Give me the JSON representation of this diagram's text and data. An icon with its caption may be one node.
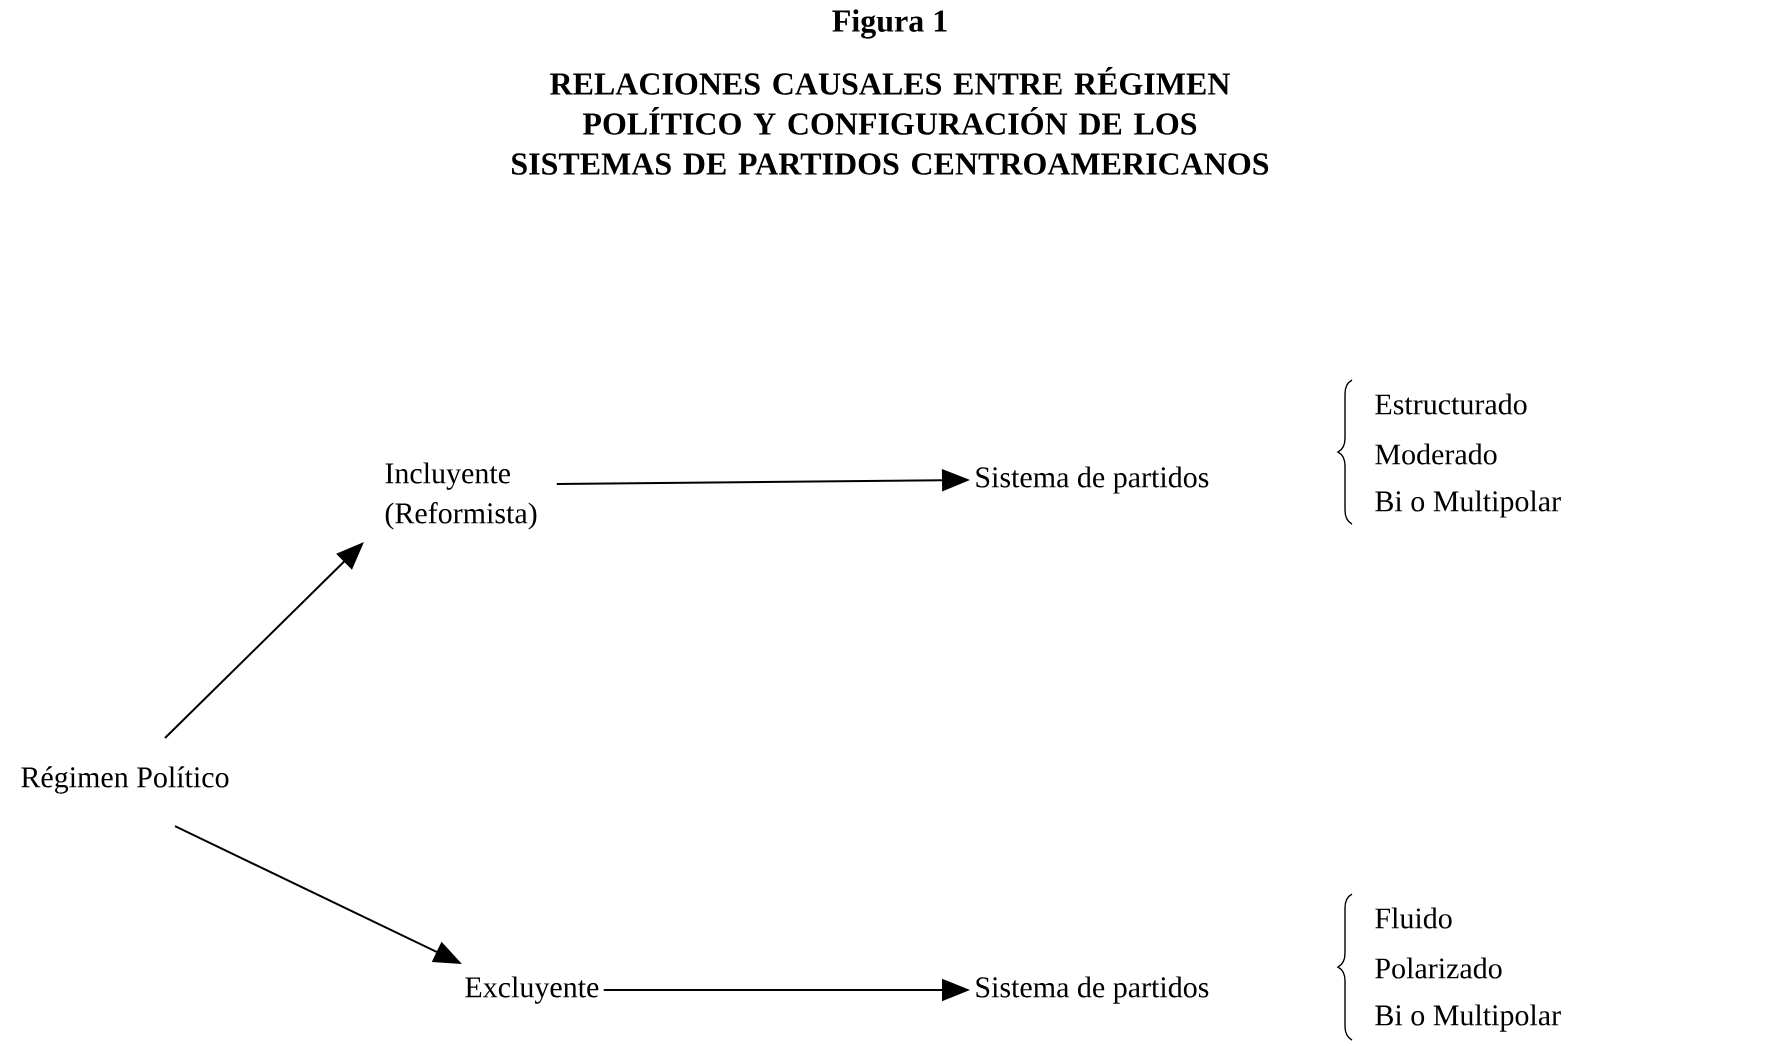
{
  "diagram": {
    "title": "RELACIONES CAUSALES ENTRE RÉGIMEN POLÍTICO Y CONFIGURACIÓN DE LOS SISTEMAS DE PARTIDOS CENTROAMERICANOS",
    "nodes": [
      {
        "text": [
          "Régimen Político"
        ]
      },
      {
        "text": [
          "Incluyente (Reformista)"
        ]
      },
      {
        "text": [
          "Excluyente"
        ]
      },
      {
        "text": [
          "Sistema de partidos"
        ]
      },
      {
        "text": [
          "Sistema de partidos"
        ]
      }
    ],
    "edges": [
      {
        "from": 0,
        "to": 1,
        "arrow": "to"
      },
      {
        "from": 0,
        "to": 2,
        "arrow": "to"
      },
      {
        "from": 1,
        "to": 3,
        "arrow": "to"
      },
      {
        "from": 2,
        "to": 4,
        "arrow": "to"
      }
    ],
    "labels": [
      "Figura 1",
      "Estructurado",
      "Moderado",
      "Bi o Multipolar",
      "Fluido",
      "Polarizado",
      "Bi o Multipolar"
    ]
  }
}
